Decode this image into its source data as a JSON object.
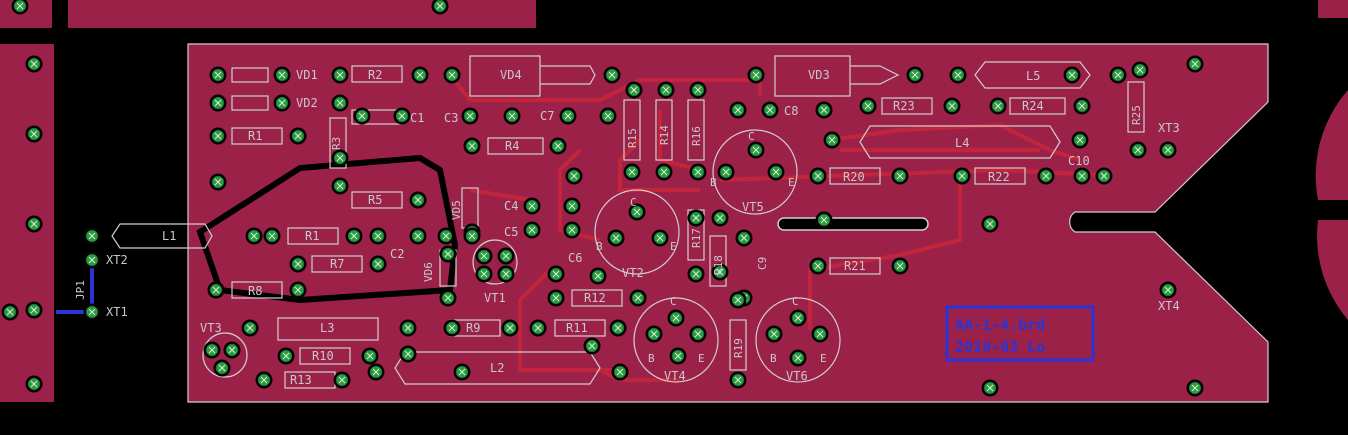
{
  "colors": {
    "background": "#000000",
    "board": "#9b2148",
    "trace": "#c2253b",
    "silk": "#cfcfcf",
    "pad": "#1fa038",
    "via": "#2fbf4b",
    "info_box": "#2a34d8"
  },
  "board_info": {
    "filename": "AA-1-4.brd",
    "date_line": "2019-03 Lo"
  },
  "labels": {
    "VD1": "VD1",
    "VD2": "VD2",
    "R2": "R2",
    "VD4": "VD4",
    "VD3": "VD3",
    "L5": "L5",
    "R1": "R1",
    "R3": "R3",
    "C1": "C1",
    "C3": "C3",
    "C7": "C7",
    "C8": "C8",
    "R23": "R23",
    "R24": "R24",
    "R25": "R25",
    "XT3": "XT3",
    "R4": "R4",
    "R15": "R15",
    "R14": "R14",
    "R16": "R16",
    "L4": "L4",
    "C": "C",
    "E": "E",
    "B": "B",
    "R20": "R20",
    "R22": "R22",
    "C10": "C10",
    "VT5": "VT5",
    "R5": "R5",
    "VD5": "VD5",
    "C4": "C4",
    "C5": "C5",
    "L1": "L1",
    "R1_b": "R1",
    "R17": "R17",
    "R18": "R18",
    "C9": "C9",
    "XT2": "XT2",
    "R7": "R7",
    "C2": "C2",
    "VD6": "VD6",
    "VT2": "VT2",
    "R21": "R21",
    "C6": "C6",
    "JP1": "JP1",
    "XT4": "XT4",
    "R8": "R8",
    "VT1": "VT1",
    "R12": "R12",
    "XT1": "XT1",
    "VT3": "VT3",
    "L3": "L3",
    "R9": "R9",
    "R11": "R11",
    "R19": "R19",
    "R10": "R10",
    "L2": "L2",
    "R13": "R13",
    "VT4": "VT4",
    "VT6": "VT6"
  }
}
